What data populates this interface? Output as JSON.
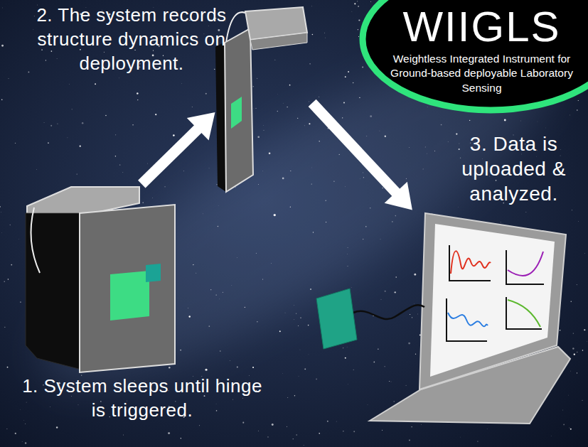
{
  "diagram": {
    "nodes": [
      {
        "text": [
          "WIIGLS",
          "Weightless Integrated Instrument for Ground-based deployable Laboratory Sensing"
        ]
      },
      {
        "text": [
          "1. System sleeps until hinge is triggered."
        ]
      },
      {
        "text": [
          "2. The system records structure dynamics on deployment."
        ]
      },
      {
        "text": [
          "3. Data is uploaded & analyzed."
        ]
      }
    ],
    "edges": [
      {
        "from": 1,
        "to": 2,
        "arrow": "to"
      },
      {
        "from": 2,
        "to": 3,
        "arrow": "to"
      }
    ]
  }
}
